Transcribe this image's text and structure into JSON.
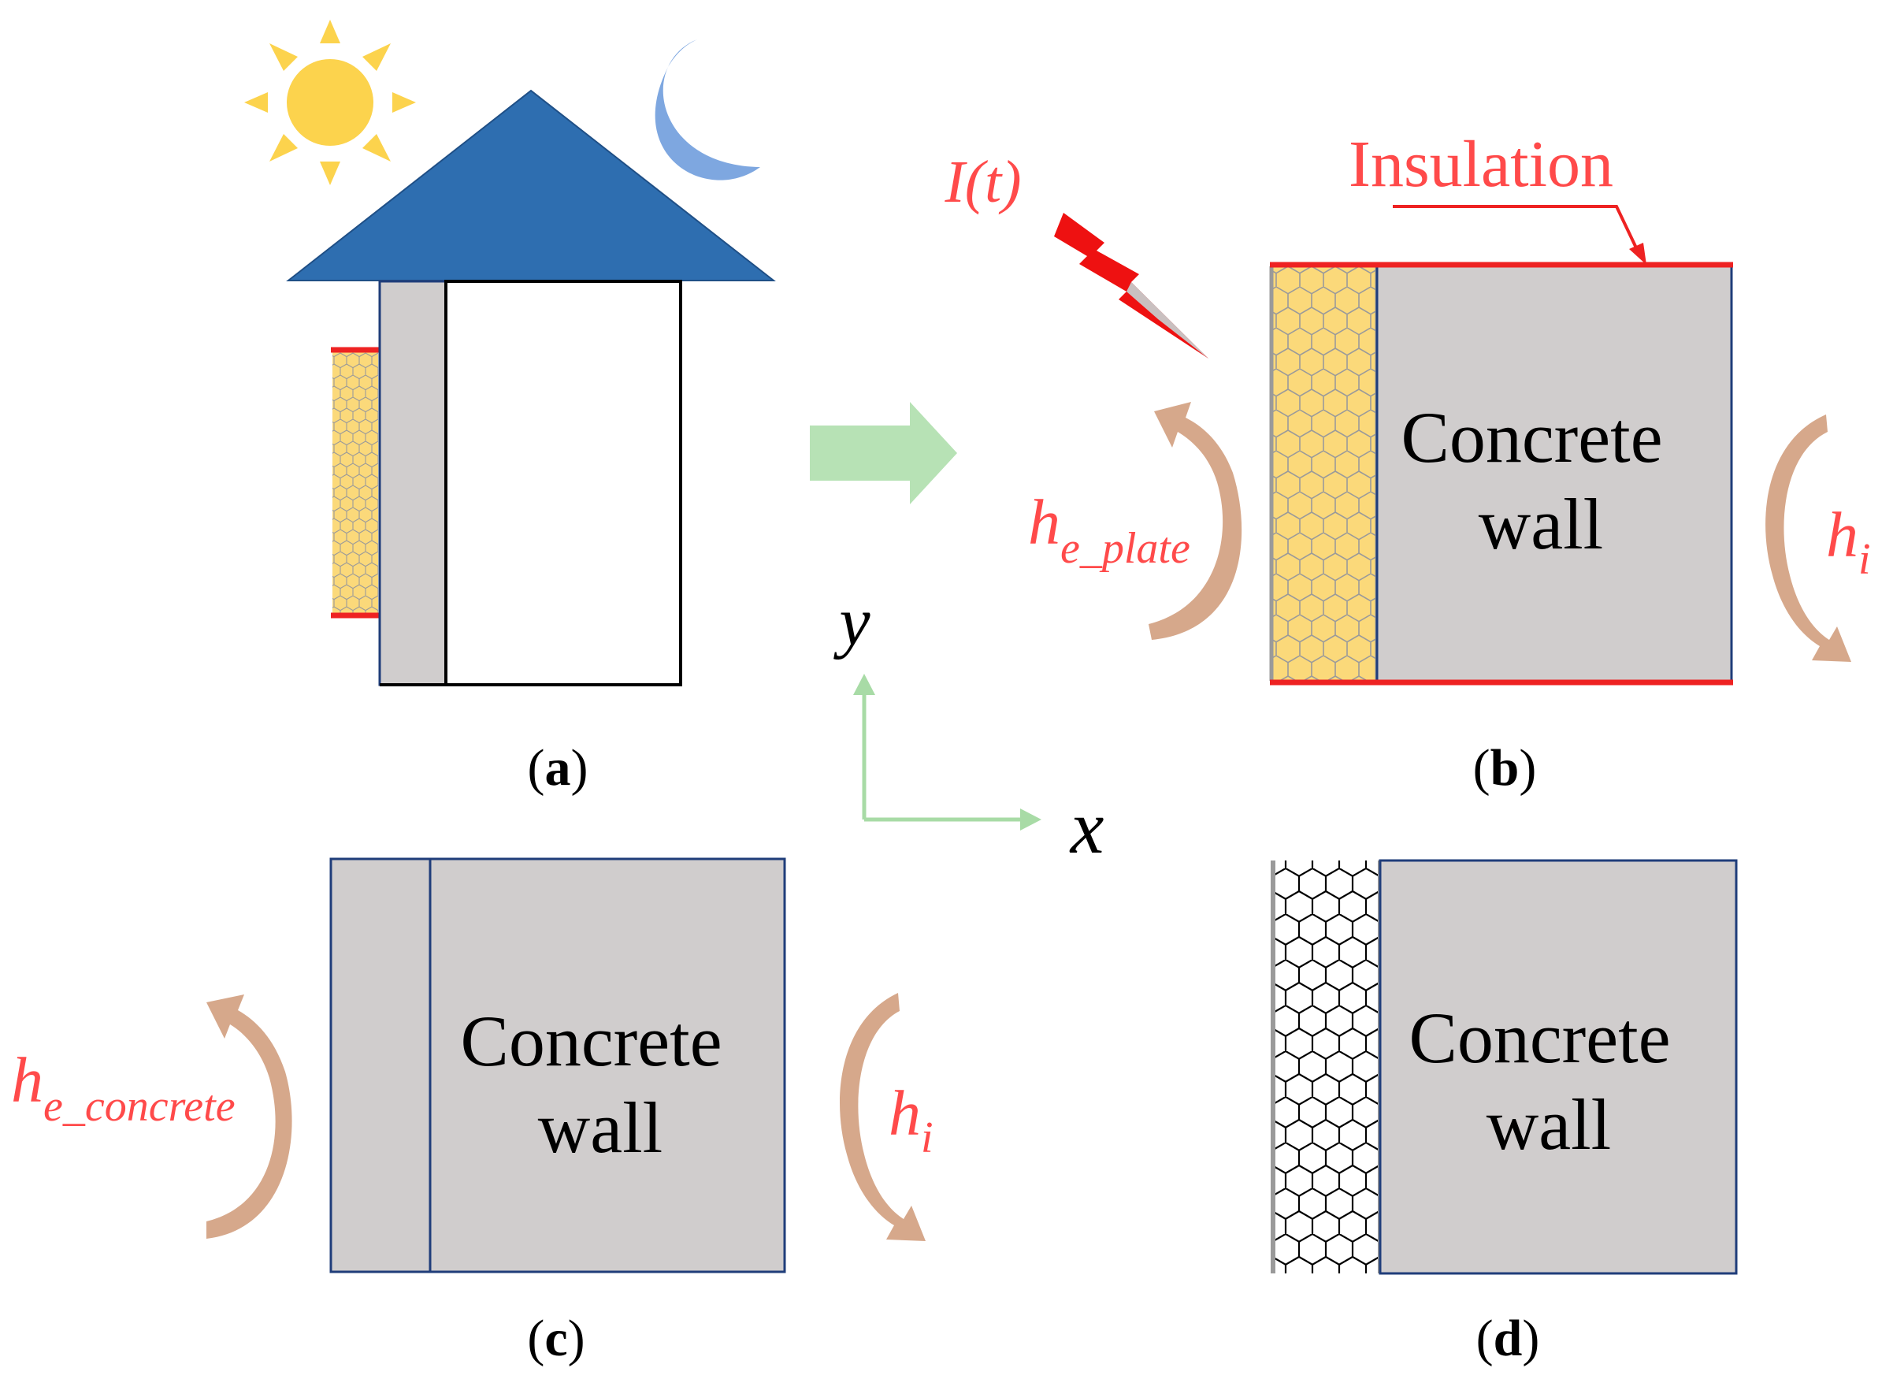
{
  "colors": {
    "roof": "#2e6eb0",
    "outline": "#000000",
    "wall_gray": "#d0cdcd",
    "wall_edge": "#1f3d7a",
    "honeycomb_fill": "#fbd97a",
    "honeycomb_line": "#9a9a9a",
    "insulation_red": "#ee2222",
    "label_red": "#ff4a4a",
    "sun": "#fcd34d",
    "moon": "#7ea7e0",
    "process_arrow": "#b7e2b5",
    "axis_green": "#a8dba6",
    "curl_dark": "#c39478",
    "curl_light": "#ffd2b8",
    "bolt_red": "#ee1111",
    "bolt_gray": "#c9c0c0"
  },
  "icons": [
    "sun-icon",
    "moon-icon",
    "lightning-bolt-icon"
  ],
  "labels": {
    "panel_a": "a",
    "panel_b": "b",
    "panel_c": "c",
    "panel_d": "d",
    "irradiance": "I(t)",
    "insulation": "Insulation",
    "concrete_line1": "Concrete",
    "concrete_line2": "wall",
    "h_symbol": "h",
    "he_plate_sub": "e_plate",
    "he_concrete_sub": "e_concrete",
    "hi_sub": "i",
    "axis_x": "x",
    "axis_y": "y"
  }
}
